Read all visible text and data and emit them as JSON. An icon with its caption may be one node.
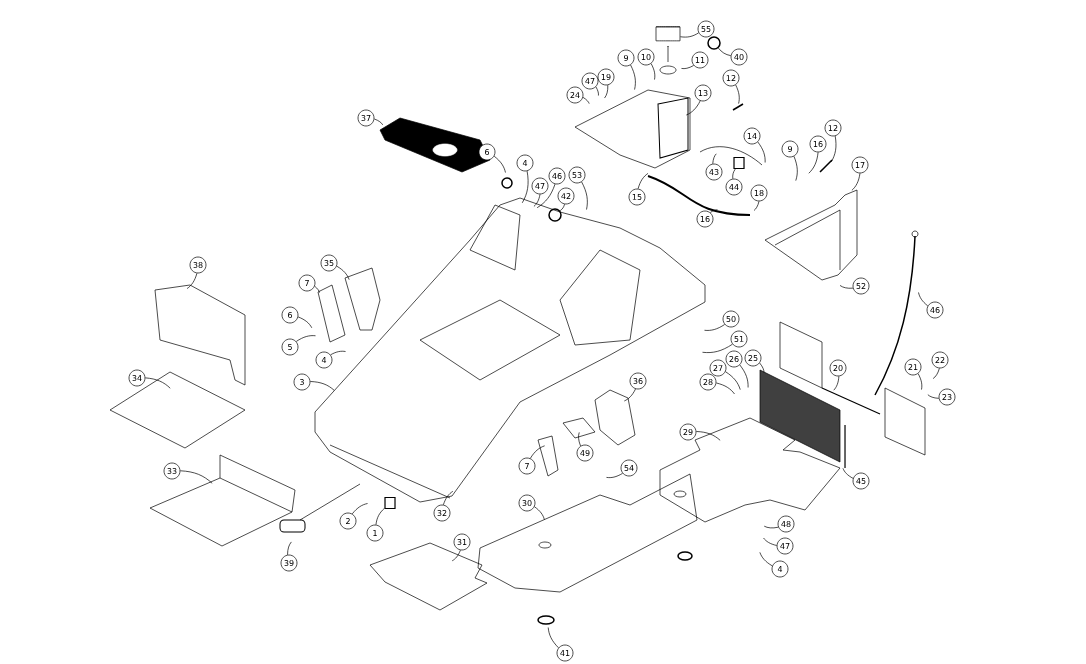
{
  "diagram": {
    "nodes": [
      {
        "text": [
          "55"
        ]
      },
      {
        "text": [
          "40"
        ]
      },
      {
        "text": [
          "10"
        ]
      },
      {
        "text": [
          "9"
        ]
      },
      {
        "text": [
          "11"
        ]
      },
      {
        "text": [
          "12"
        ]
      },
      {
        "text": [
          "19"
        ]
      },
      {
        "text": [
          "47"
        ]
      },
      {
        "text": [
          "13"
        ]
      },
      {
        "text": [
          "24"
        ]
      },
      {
        "text": [
          "37"
        ]
      },
      {
        "text": [
          "12"
        ]
      },
      {
        "text": [
          "14"
        ]
      },
      {
        "text": [
          "16"
        ]
      },
      {
        "text": [
          "9"
        ]
      },
      {
        "text": [
          "6"
        ]
      },
      {
        "text": [
          "4"
        ]
      },
      {
        "text": [
          "17"
        ]
      },
      {
        "text": [
          "43"
        ]
      },
      {
        "text": [
          "53"
        ]
      },
      {
        "text": [
          "46"
        ]
      },
      {
        "text": [
          "47"
        ]
      },
      {
        "text": [
          "44"
        ]
      },
      {
        "text": [
          "18"
        ]
      },
      {
        "text": [
          "42"
        ]
      },
      {
        "text": [
          "15"
        ]
      },
      {
        "text": [
          "16"
        ]
      },
      {
        "text": [
          "38"
        ]
      },
      {
        "text": [
          "35"
        ]
      },
      {
        "text": [
          "7"
        ]
      },
      {
        "text": [
          "52"
        ]
      },
      {
        "text": [
          "46"
        ]
      },
      {
        "text": [
          "6"
        ]
      },
      {
        "text": [
          "50"
        ]
      },
      {
        "text": [
          "51"
        ]
      },
      {
        "text": [
          "5"
        ]
      },
      {
        "text": [
          "4"
        ]
      },
      {
        "text": [
          "22"
        ]
      },
      {
        "text": [
          "25"
        ]
      },
      {
        "text": [
          "26"
        ]
      },
      {
        "text": [
          "21"
        ]
      },
      {
        "text": [
          "20"
        ]
      },
      {
        "text": [
          "27"
        ]
      },
      {
        "text": [
          "34"
        ]
      },
      {
        "text": [
          "3"
        ]
      },
      {
        "text": [
          "28"
        ]
      },
      {
        "text": [
          "36"
        ]
      },
      {
        "text": [
          "23"
        ]
      },
      {
        "text": [
          "29"
        ]
      },
      {
        "text": [
          "49"
        ]
      },
      {
        "text": [
          "7"
        ]
      },
      {
        "text": [
          "54"
        ]
      },
      {
        "text": [
          "33"
        ]
      },
      {
        "text": [
          "45"
        ]
      },
      {
        "text": [
          "30"
        ]
      },
      {
        "text": [
          "32"
        ]
      },
      {
        "text": [
          "2"
        ]
      },
      {
        "text": [
          "48"
        ]
      },
      {
        "text": [
          "1"
        ]
      },
      {
        "text": [
          "31"
        ]
      },
      {
        "text": [
          "47"
        ]
      },
      {
        "text": [
          "39"
        ]
      },
      {
        "text": [
          "4"
        ]
      },
      {
        "text": [
          "41"
        ]
      },
      {
        "text": [],
        "shape": "cylinder"
      },
      {
        "text": [],
        "shape": "box"
      },
      {
        "text": [],
        "shape": "circle"
      },
      {
        "text": [],
        "shape": "box"
      },
      {
        "text": [],
        "shape": "circle"
      }
    ],
    "edges": [
      {
        "from": 0,
        "to": 64,
        "arrow": "none"
      },
      {
        "from": 1,
        "to": 68,
        "arrow": "none"
      },
      {
        "from": 2,
        "to": null,
        "arrow": "none"
      },
      {
        "from": 3,
        "to": null,
        "arrow": "none"
      },
      {
        "from": 4,
        "to": null,
        "arrow": "none"
      },
      {
        "from": 5,
        "to": null,
        "arrow": "none"
      },
      {
        "from": 6,
        "to": null,
        "arrow": "none"
      },
      {
        "from": 7,
        "to": null,
        "arrow": "none"
      },
      {
        "from": 8,
        "to": null,
        "arrow": "none"
      },
      {
        "from": 9,
        "to": null,
        "arrow": "none"
      },
      {
        "from": 10,
        "to": null,
        "arrow": "none"
      },
      {
        "from": 11,
        "to": null,
        "arrow": "none"
      },
      {
        "from": 12,
        "to": null,
        "arrow": "none"
      },
      {
        "from": 13,
        "to": null,
        "arrow": "none"
      },
      {
        "from": 14,
        "to": null,
        "arrow": "none"
      },
      {
        "from": 15,
        "to": null,
        "arrow": "none"
      },
      {
        "from": 16,
        "to": null,
        "arrow": "none"
      },
      {
        "from": 17,
        "to": null,
        "arrow": "none"
      },
      {
        "from": 18,
        "to": null,
        "arrow": "none"
      },
      {
        "from": 19,
        "to": null,
        "arrow": "none"
      },
      {
        "from": 20,
        "to": null,
        "arrow": "none"
      },
      {
        "from": 21,
        "to": null,
        "arrow": "none"
      },
      {
        "from": 22,
        "to": 65,
        "arrow": "none"
      },
      {
        "from": 23,
        "to": null,
        "arrow": "none"
      },
      {
        "from": 24,
        "to": 66,
        "arrow": "none"
      },
      {
        "from": 25,
        "to": null,
        "arrow": "none"
      },
      {
        "from": 26,
        "to": null,
        "arrow": "none"
      },
      {
        "from": 27,
        "to": null,
        "arrow": "none"
      },
      {
        "from": 28,
        "to": null,
        "arrow": "none"
      },
      {
        "from": 29,
        "to": null,
        "arrow": "none"
      },
      {
        "from": 30,
        "to": null,
        "arrow": "none"
      },
      {
        "from": 31,
        "to": null,
        "arrow": "none"
      },
      {
        "from": 32,
        "to": null,
        "arrow": "none"
      },
      {
        "from": 33,
        "to": null,
        "arrow": "none"
      },
      {
        "from": 34,
        "to": null,
        "arrow": "none"
      },
      {
        "from": 35,
        "to": null,
        "arrow": "none"
      },
      {
        "from": 36,
        "to": null,
        "arrow": "none"
      },
      {
        "from": 37,
        "to": null,
        "arrow": "none"
      },
      {
        "from": 38,
        "to": null,
        "arrow": "none"
      },
      {
        "from": 39,
        "to": null,
        "arrow": "none"
      },
      {
        "from": 40,
        "to": null,
        "arrow": "none"
      },
      {
        "from": 41,
        "to": null,
        "arrow": "none"
      },
      {
        "from": 42,
        "to": null,
        "arrow": "none"
      },
      {
        "from": 43,
        "to": null,
        "arrow": "none"
      },
      {
        "from": 44,
        "to": null,
        "arrow": "none"
      },
      {
        "from": 45,
        "to": null,
        "arrow": "none"
      },
      {
        "from": 46,
        "to": null,
        "arrow": "none"
      },
      {
        "from": 47,
        "to": null,
        "arrow": "none"
      },
      {
        "from": 48,
        "to": null,
        "arrow": "none"
      },
      {
        "from": 49,
        "to": null,
        "arrow": "none"
      },
      {
        "from": 50,
        "to": null,
        "arrow": "none"
      },
      {
        "from": 51,
        "to": null,
        "arrow": "none"
      },
      {
        "from": 52,
        "to": null,
        "arrow": "none"
      },
      {
        "from": 53,
        "to": null,
        "arrow": "none"
      },
      {
        "from": 54,
        "to": null,
        "arrow": "none"
      },
      {
        "from": 55,
        "to": null,
        "arrow": "none"
      },
      {
        "from": 56,
        "to": null,
        "arrow": "none"
      },
      {
        "from": 57,
        "to": null,
        "arrow": "none"
      },
      {
        "from": 58,
        "to": 67,
        "arrow": "none"
      },
      {
        "from": 59,
        "to": null,
        "arrow": "none"
      },
      {
        "from": 60,
        "to": null,
        "arrow": "none"
      },
      {
        "from": 61,
        "to": null,
        "arrow": "none"
      },
      {
        "from": 62,
        "to": null,
        "arrow": "none"
      },
      {
        "from": 63,
        "to": null,
        "arrow": "none"
      }
    ]
  }
}
